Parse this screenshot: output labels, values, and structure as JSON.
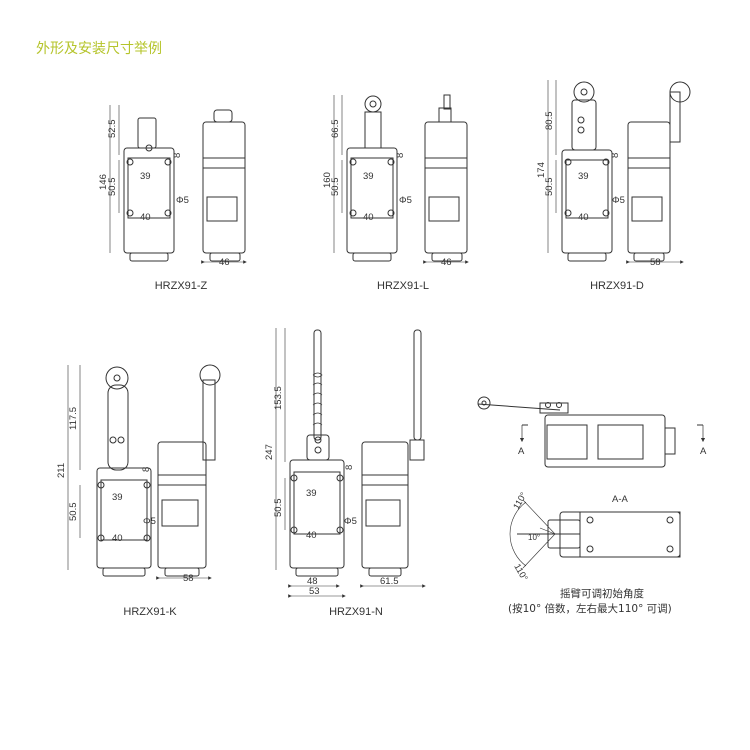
{
  "page_title": "外形及安装尺寸举例",
  "common_dims": {
    "w39": "39",
    "w40": "40",
    "h50": "50.5",
    "h8": "8",
    "phi5": "Φ5"
  },
  "models": [
    {
      "name": "HRZX91-Z",
      "total": "146",
      "upper": "52.5",
      "depth": "46"
    },
    {
      "name": "HRZX91-L",
      "total": "160",
      "upper": "66.5",
      "depth": "46"
    },
    {
      "name": "HRZX91-D",
      "total": "174",
      "upper": "80.5",
      "depth": "58"
    },
    {
      "name": "HRZX91-K",
      "total": "211",
      "upper": "117.5",
      "depth": "58"
    },
    {
      "name": "HRZX91-N",
      "total": "247",
      "upper": "153.5",
      "depth": "61.5",
      "front_w1": "48",
      "front_w2": "53"
    }
  ],
  "section": {
    "cut": "A",
    "title": "A-A",
    "angle_a": "110°",
    "angle_b": "10°",
    "angle_c": "110°"
  },
  "notes": {
    "line1": "摇臂可调初始角度",
    "line2": "(按10° 倍数，左右最大110° 可调)"
  },
  "colors": {
    "title": "#b5c42a",
    "line": "#333333",
    "accent": "#3a6fb5"
  }
}
